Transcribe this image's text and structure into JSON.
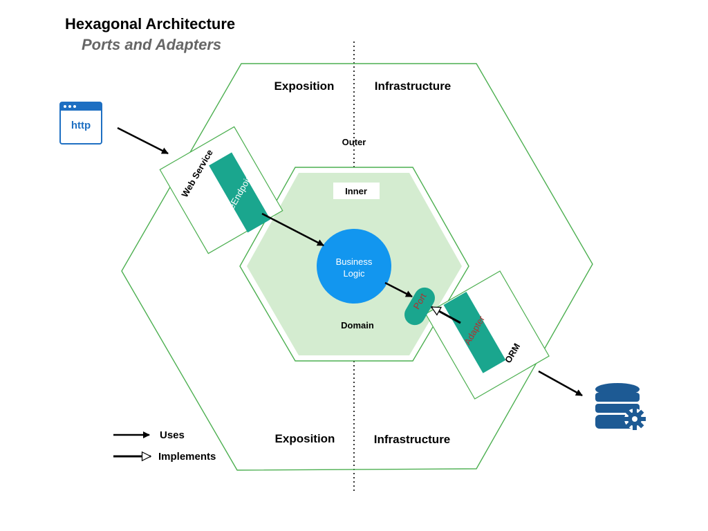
{
  "header": {
    "title": "Hexagonal Architecture",
    "subtitle": "Ports and Adapters"
  },
  "regions": {
    "exposition_top": "Exposition",
    "infrastructure_top": "Infrastructure",
    "exposition_bottom": "Exposition",
    "infrastructure_bottom": "Infrastructure",
    "outer": "Outer",
    "inner": "Inner",
    "domain": "Domain"
  },
  "components": {
    "web_service": "Web Service",
    "note_endpoint": "NoteEndpoint",
    "business_logic_line1": "Business",
    "business_logic_line2": "Logic",
    "port": "Port",
    "adapter": "Adapter",
    "orm": "ORM"
  },
  "icons": {
    "http": "http",
    "http_icon": "browser-window-icon",
    "database_icon": "database-gear-icon"
  },
  "legend": {
    "uses": "Uses",
    "implements": "Implements"
  },
  "colors": {
    "hex_border": "#4caf50",
    "inner_fill": "#d4ecd0",
    "teal": "#1aa68e",
    "business_logic": "#1296ef",
    "icon_blue": "#1e6fc2",
    "db_blue": "#1d5a94",
    "port_text": "#b03030"
  }
}
